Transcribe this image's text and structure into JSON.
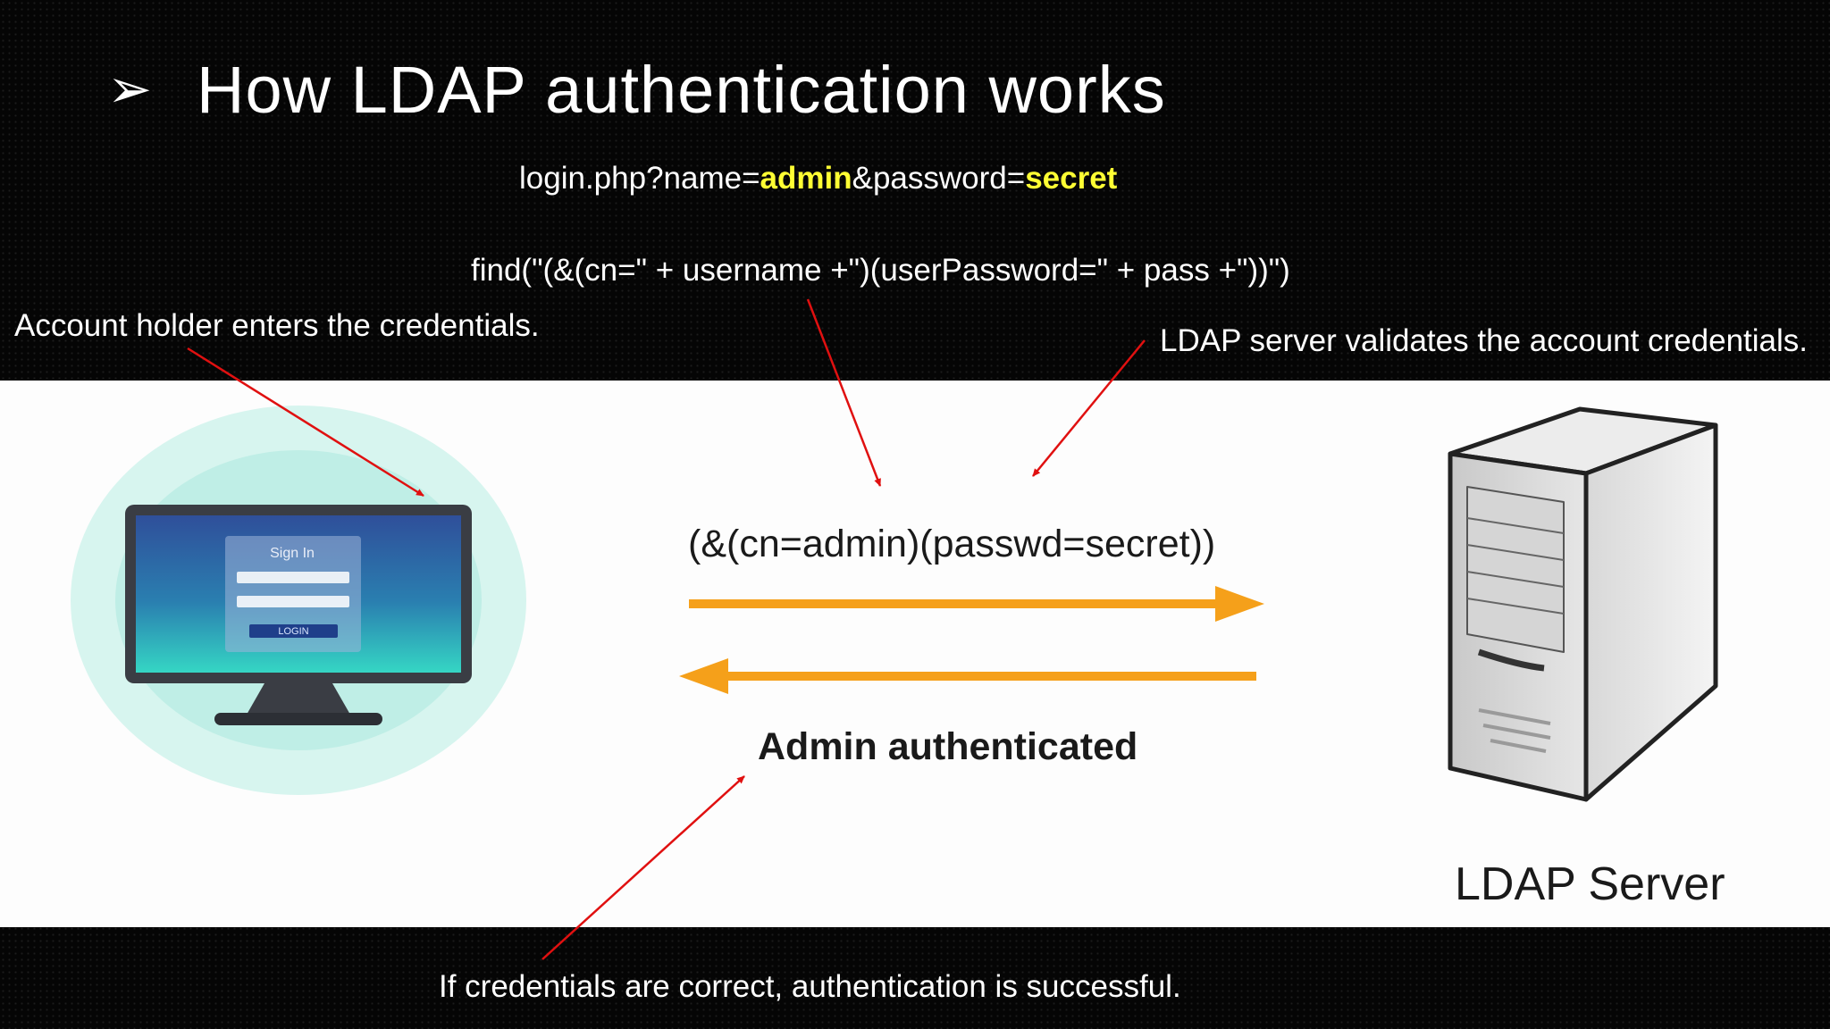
{
  "slide": {
    "bullet": "➢",
    "title": "How LDAP authentication works",
    "url_parts": [
      "login.php?name=",
      "admin",
      "&password=",
      "secret"
    ],
    "find_expression": "find(\"(&(cn=\" + username +\")(userPassword=\" + pass +\"))\")",
    "notes": {
      "account_holder": "Account holder enters the credentials.",
      "ldap_validates": "LDAP server validates the account credentials.",
      "success": "If credentials are correct, authentication is successful."
    }
  },
  "diagram": {
    "ldap_query": "(&(cn=admin)(passwd=secret))",
    "response": "Admin authenticated",
    "server_label": "LDAP Server",
    "signin_card": {
      "title": "Sign In",
      "button": "LOGIN"
    }
  },
  "colors": {
    "highlight": "#ffff33",
    "arrow_orange": "#f5a01a",
    "annotation_red": "#e01010",
    "monitor_glow": "#bfeee6",
    "screen_blue": "#2f4f9a",
    "screen_teal": "#35d6c4"
  }
}
